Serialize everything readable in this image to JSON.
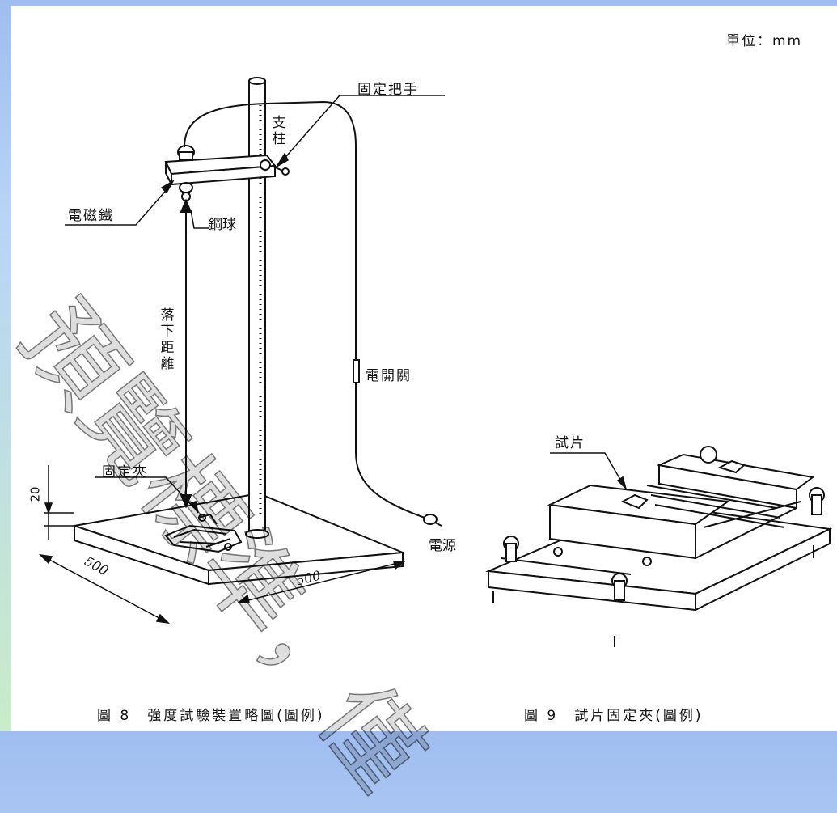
{
  "unit_label": "單位：mm",
  "figure8": {
    "labels": {
      "handle": "固定把手",
      "column": "支柱",
      "magnet": "電磁鐵",
      "steel_ball": "鋼球",
      "drop_distance": "落下距離",
      "switch": "電開關",
      "clamp": "固定夾",
      "power": "電源",
      "height_20": "20",
      "dim_500_left": "500",
      "dim_500_right": "500"
    },
    "caption": "圖 8　強度試驗裝置略圖(圖例)"
  },
  "figure9": {
    "labels": {
      "specimen": "試片"
    },
    "caption": "圖 9　試片固定夾(圖例)"
  },
  "watermark": "預覽標準，僅"
}
